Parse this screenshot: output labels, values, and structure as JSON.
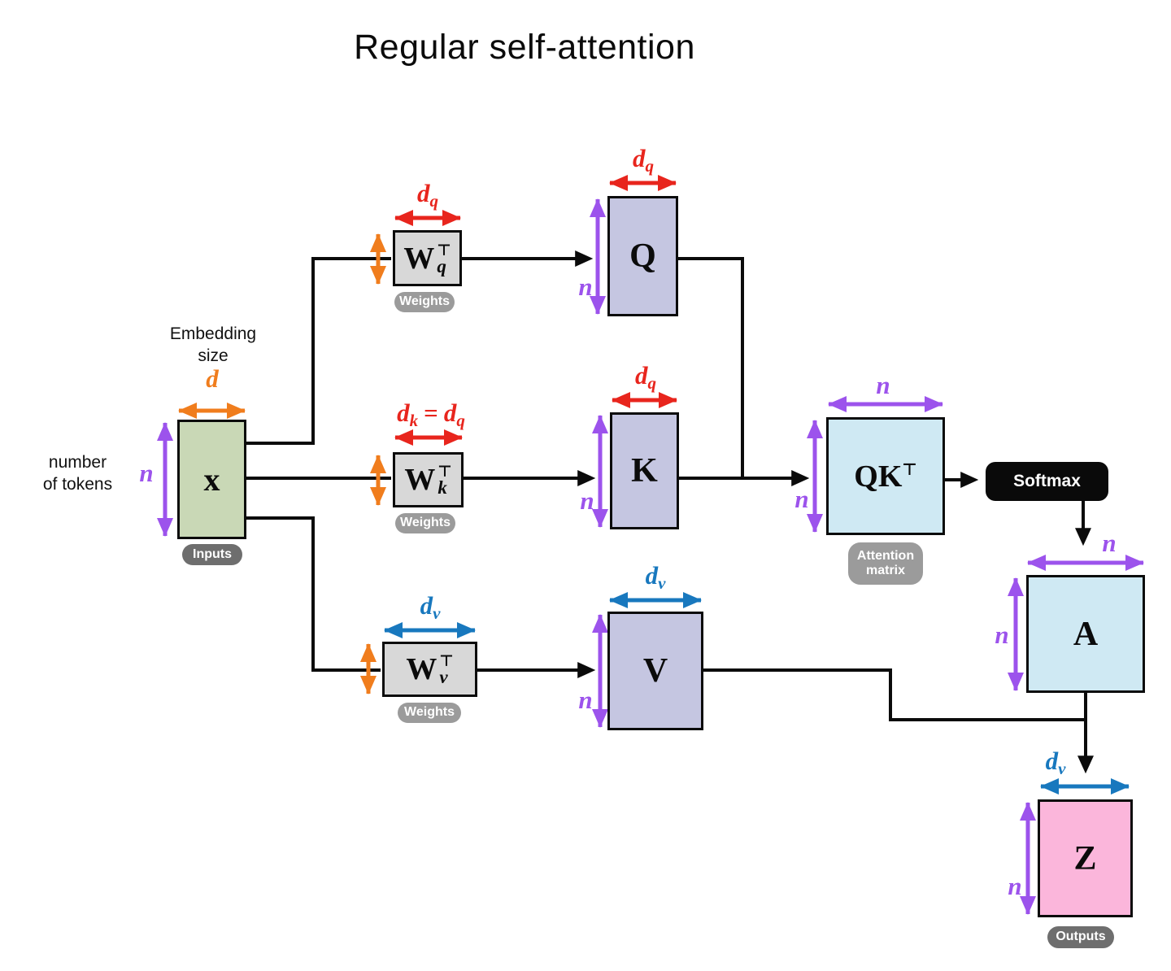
{
  "title": "Regular self-attention",
  "annotations": {
    "embedding_size_line1": "Embedding",
    "embedding_size_line2": "size",
    "num_tokens_line1": "number",
    "num_tokens_line2": "of tokens"
  },
  "nodes": {
    "x": "x",
    "q": "Q",
    "k": "K",
    "v": "V",
    "a": "A",
    "z": "Z",
    "w_base": "W",
    "w_sup": "⊤",
    "wq_sub": "q",
    "wk_sub": "k",
    "wv_sub": "v",
    "qkt_base": "QK",
    "qkt_sup": "⊤",
    "softmax": "Softmax"
  },
  "badges": {
    "inputs": "Inputs",
    "weights": "Weights",
    "attention_line1": "Attention",
    "attention_line2": "matrix",
    "outputs": "Outputs"
  },
  "dims": {
    "d": "d",
    "n": "n",
    "dq_base": "d",
    "dq_sub": "q",
    "dk_base": "d",
    "dk_sub": "k",
    "dv_base": "d",
    "dv_sub": "v",
    "eq": "="
  },
  "colors": {
    "ink": "#0b0b0b",
    "orange": "#F07D1D",
    "red": "#E8251D",
    "blue": "#1878BE",
    "purple": "#9C53EC",
    "green": "#C9D8B6",
    "lavender": "#C5C6E1",
    "lightblue": "#CFE9F3",
    "pink": "#FBB6DB",
    "gray_box": "#D8D8D8",
    "badge_gray": "#9B9B9B",
    "badge_dark": "#6E6E6E",
    "softmax_bg": "#0A0A0A"
  }
}
